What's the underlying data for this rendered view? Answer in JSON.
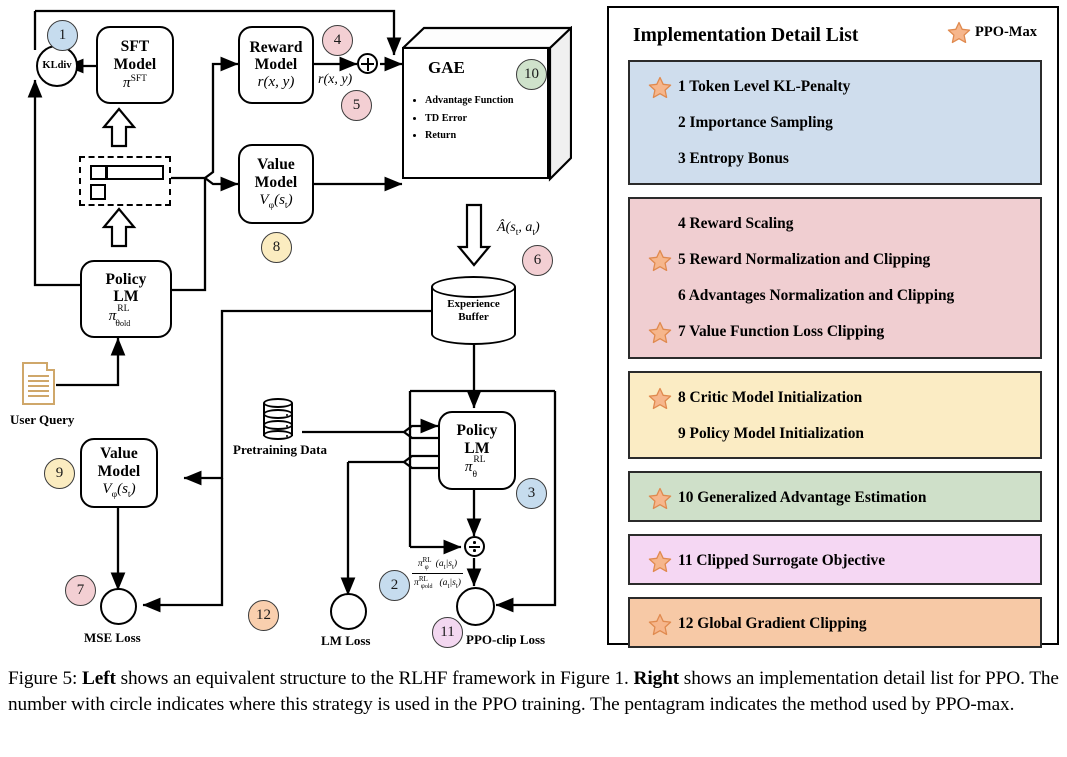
{
  "figure": {
    "caption_parts": {
      "p1": "Figure 5: ",
      "b1": "Left",
      "p2": " shows an equivalent structure to the RLHF framework in Figure 1. ",
      "b2": "Right",
      "p3": " shows an implementation detail list for PPO. The number with circle indicates where this strategy is used in the PPO training. The pentagram indicates the method used by PPO-max."
    }
  },
  "diagram": {
    "nodes": {
      "kl_div": {
        "line1": "KL",
        "line2": "div"
      },
      "sft_model": {
        "title1": "SFT",
        "title2": "Model",
        "sub": "π",
        "sub_sup": "SFT"
      },
      "reward_model": {
        "title1": "Reward",
        "title2": "Model",
        "sub": "r(x, y)"
      },
      "value_model_top": {
        "title1": "Value",
        "title2": "Model",
        "sub": "V",
        "sub_sub": "ϕ",
        "sub_arg": "(s",
        "sub_arg2": "t",
        "sub_arg3": ")"
      },
      "policy_lm_old": {
        "title1": "Policy",
        "title2": "LM",
        "sub": "π",
        "sub_sup": "RL",
        "sub_sub": "θold"
      },
      "policy_lm_new": {
        "title1": "Policy",
        "title2": "LM",
        "sub": "π",
        "sub_sup": "RL",
        "sub_sub": "θ"
      },
      "value_model_bottom": {
        "title1": "Value",
        "title2": "Model"
      },
      "gae": {
        "title": "GAE",
        "bullets": [
          "Advantage Function",
          "TD Error",
          "Return"
        ]
      },
      "experience_buffer": {
        "line1": "Experience",
        "line2": "Buffer"
      }
    },
    "labels": {
      "user_query": "User Query",
      "pretraining_data": "Pretraining Data",
      "reward_signal": "r(x, y)",
      "advantage": "Â(s",
      "advantage_sub": "t",
      "advantage_rest": ", a",
      "advantage_sub2": "t",
      "advantage_end": ")",
      "mse_loss": "MSE Loss",
      "lm_loss": "LM Loss",
      "ppo_clip_loss": "PPO-clip Loss"
    },
    "ratio": {
      "numerator": "π",
      "numerator_sup": "RL",
      "numerator_sub": "ϕ",
      "numerator_rest": "(a",
      "numerator_rest_sub": "t",
      "numerator_rest2": "|s",
      "numerator_rest_sub2": "t",
      "numerator_close": ")",
      "denominator_sub": "ϕold"
    },
    "badges": [
      {
        "num": "1",
        "color": "#c6dcee"
      },
      {
        "num": "2",
        "color": "#c6dcee"
      },
      {
        "num": "3",
        "color": "#c6dcee"
      },
      {
        "num": "4",
        "color": "#f3cfd3"
      },
      {
        "num": "5",
        "color": "#f3cfd3"
      },
      {
        "num": "6",
        "color": "#f3cfd3"
      },
      {
        "num": "7",
        "color": "#f3cfd3"
      },
      {
        "num": "8",
        "color": "#fbecc0"
      },
      {
        "num": "9",
        "color": "#fbecc0"
      },
      {
        "num": "10",
        "color": "#cfe2cb"
      },
      {
        "num": "11",
        "color": "#f3d7f0"
      },
      {
        "num": "12",
        "color": "#f9cfae"
      }
    ]
  },
  "panel": {
    "title": "Implementation Detail List",
    "legend_label": "PPO-Max",
    "groups": [
      {
        "color": "#cfdded",
        "items": [
          {
            "star": true,
            "text": "1 Token Level KL-Penalty"
          },
          {
            "star": false,
            "text": "2 Importance Sampling"
          },
          {
            "star": false,
            "text": "3 Entropy Bonus"
          }
        ]
      },
      {
        "color": "#f0ced1",
        "items": [
          {
            "star": false,
            "text": "4 Reward Scaling"
          },
          {
            "star": true,
            "text": "5 Reward Normalization and Clipping"
          },
          {
            "star": false,
            "text": "6 Advantages Normalization and Clipping"
          },
          {
            "star": true,
            "text": "7 Value Function Loss Clipping"
          }
        ]
      },
      {
        "color": "#fbecc4",
        "items": [
          {
            "star": true,
            "text": "8 Critic Model Initialization"
          },
          {
            "star": false,
            "text": "9 Policy Model Initialization"
          }
        ]
      },
      {
        "color": "#cfe0c9",
        "items": [
          {
            "star": true,
            "text": "10 Generalized Advantage Estimation"
          }
        ]
      },
      {
        "color": "#f5d7f3",
        "items": [
          {
            "star": true,
            "text": "11 Clipped Surrogate Objective"
          }
        ]
      },
      {
        "color": "#f7c9a6",
        "items": [
          {
            "star": true,
            "text": "12 Global Gradient Clipping"
          }
        ]
      }
    ]
  },
  "colors": {
    "star_fill": "#f6b68c",
    "star_stroke": "#e08a4f",
    "outline": "#000000",
    "doc_icon": "#cfa76a"
  }
}
